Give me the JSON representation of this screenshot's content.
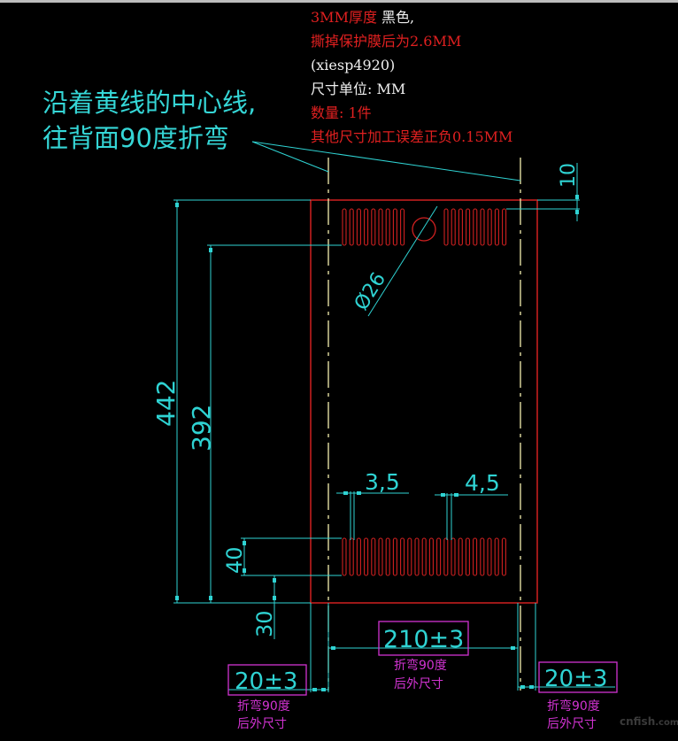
{
  "notes": {
    "line1_red": "3MM厚度",
    "line1_white": "黑色,",
    "line2": "撕掉保护膜后为2.6MM",
    "line3": "(xiesp4920)",
    "line4": "尺寸单位: MM",
    "line5": "数量: 1件",
    "line6": "其他尺寸加工误差正负0.15MM"
  },
  "callout": {
    "line1": "沿着黄线的中心线,",
    "line2": "往背面90度折弯"
  },
  "dimensions": {
    "total_height": "442",
    "inner_height": "392",
    "bottom_slot_height": "40",
    "bottom_offset": "30",
    "top_offset": "10",
    "hole_diameter": "Ø26",
    "slot_width": "3,5",
    "slot_pitch": "4,5",
    "center_width": "210±3",
    "left_flange": "20±3",
    "right_flange": "20±3",
    "bend_note_line1": "折弯90度",
    "bend_note_line2": "后外尺寸"
  },
  "watermark": {
    "main": "cnfish",
    "suffix": ".com"
  },
  "colors": {
    "background": "#000000",
    "outline": "#d02020",
    "dimension": "#2fd3d3",
    "fold_line": "#f5f0b0",
    "tolerance_box": "#d233d2"
  }
}
